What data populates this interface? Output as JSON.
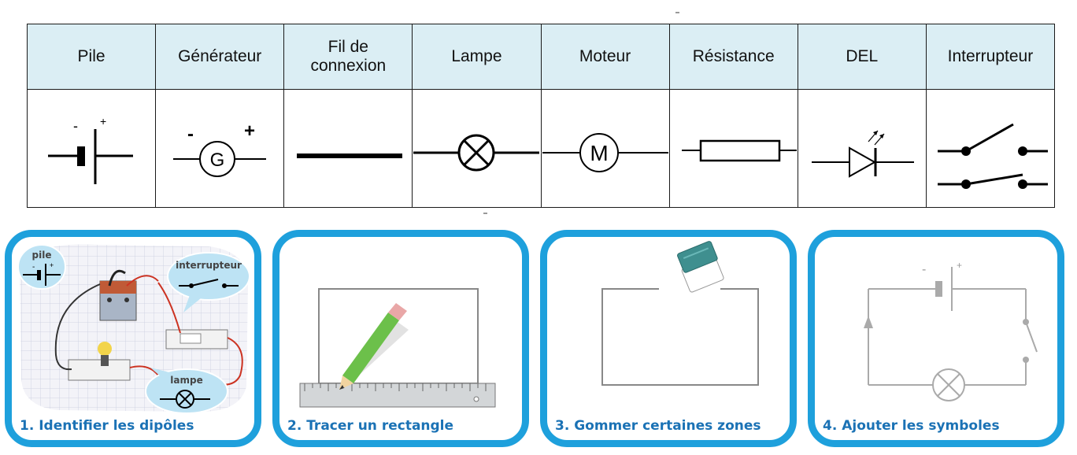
{
  "table": {
    "headers": [
      "Pile",
      "Générateur",
      "Fil de connexion",
      "Lampe",
      "Moteur",
      "Résistance",
      "DEL",
      "Interrupteur"
    ],
    "symbols": [
      {
        "icon": "battery-symbol-icon",
        "minus": "-",
        "plus": "+"
      },
      {
        "icon": "generator-symbol-icon",
        "letter": "G",
        "minus": "-",
        "plus": "+"
      },
      {
        "icon": "wire-symbol-icon"
      },
      {
        "icon": "lamp-symbol-icon"
      },
      {
        "icon": "motor-symbol-icon",
        "letter": "M"
      },
      {
        "icon": "resistor-symbol-icon"
      },
      {
        "icon": "led-symbol-icon"
      },
      {
        "icon": "switch-symbol-icon"
      }
    ]
  },
  "steps": [
    {
      "caption": "1. Identifier les dipôles",
      "bubbles": [
        "pile",
        "interrupteur",
        "lampe"
      ]
    },
    {
      "caption": "2. Tracer un rectangle"
    },
    {
      "caption": "3. Gommer certaines zones"
    },
    {
      "caption": "4. Ajouter les symboles",
      "minus": "-",
      "plus": "+"
    }
  ],
  "colors": {
    "header_bg": "#dbeef4",
    "panel_border": "#1ea0dc",
    "caption": "#1b72b5"
  }
}
